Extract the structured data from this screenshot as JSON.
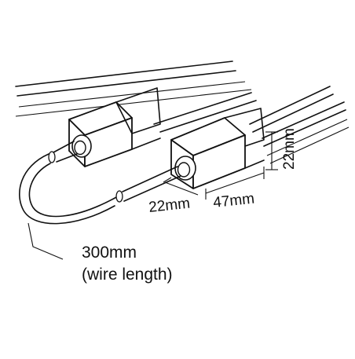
{
  "dimensions": {
    "cable_gap": "22mm",
    "cap_length": "47mm",
    "cap_height": "22mm"
  },
  "callout": {
    "line1": "300mm",
    "line2": "(wire length)"
  }
}
